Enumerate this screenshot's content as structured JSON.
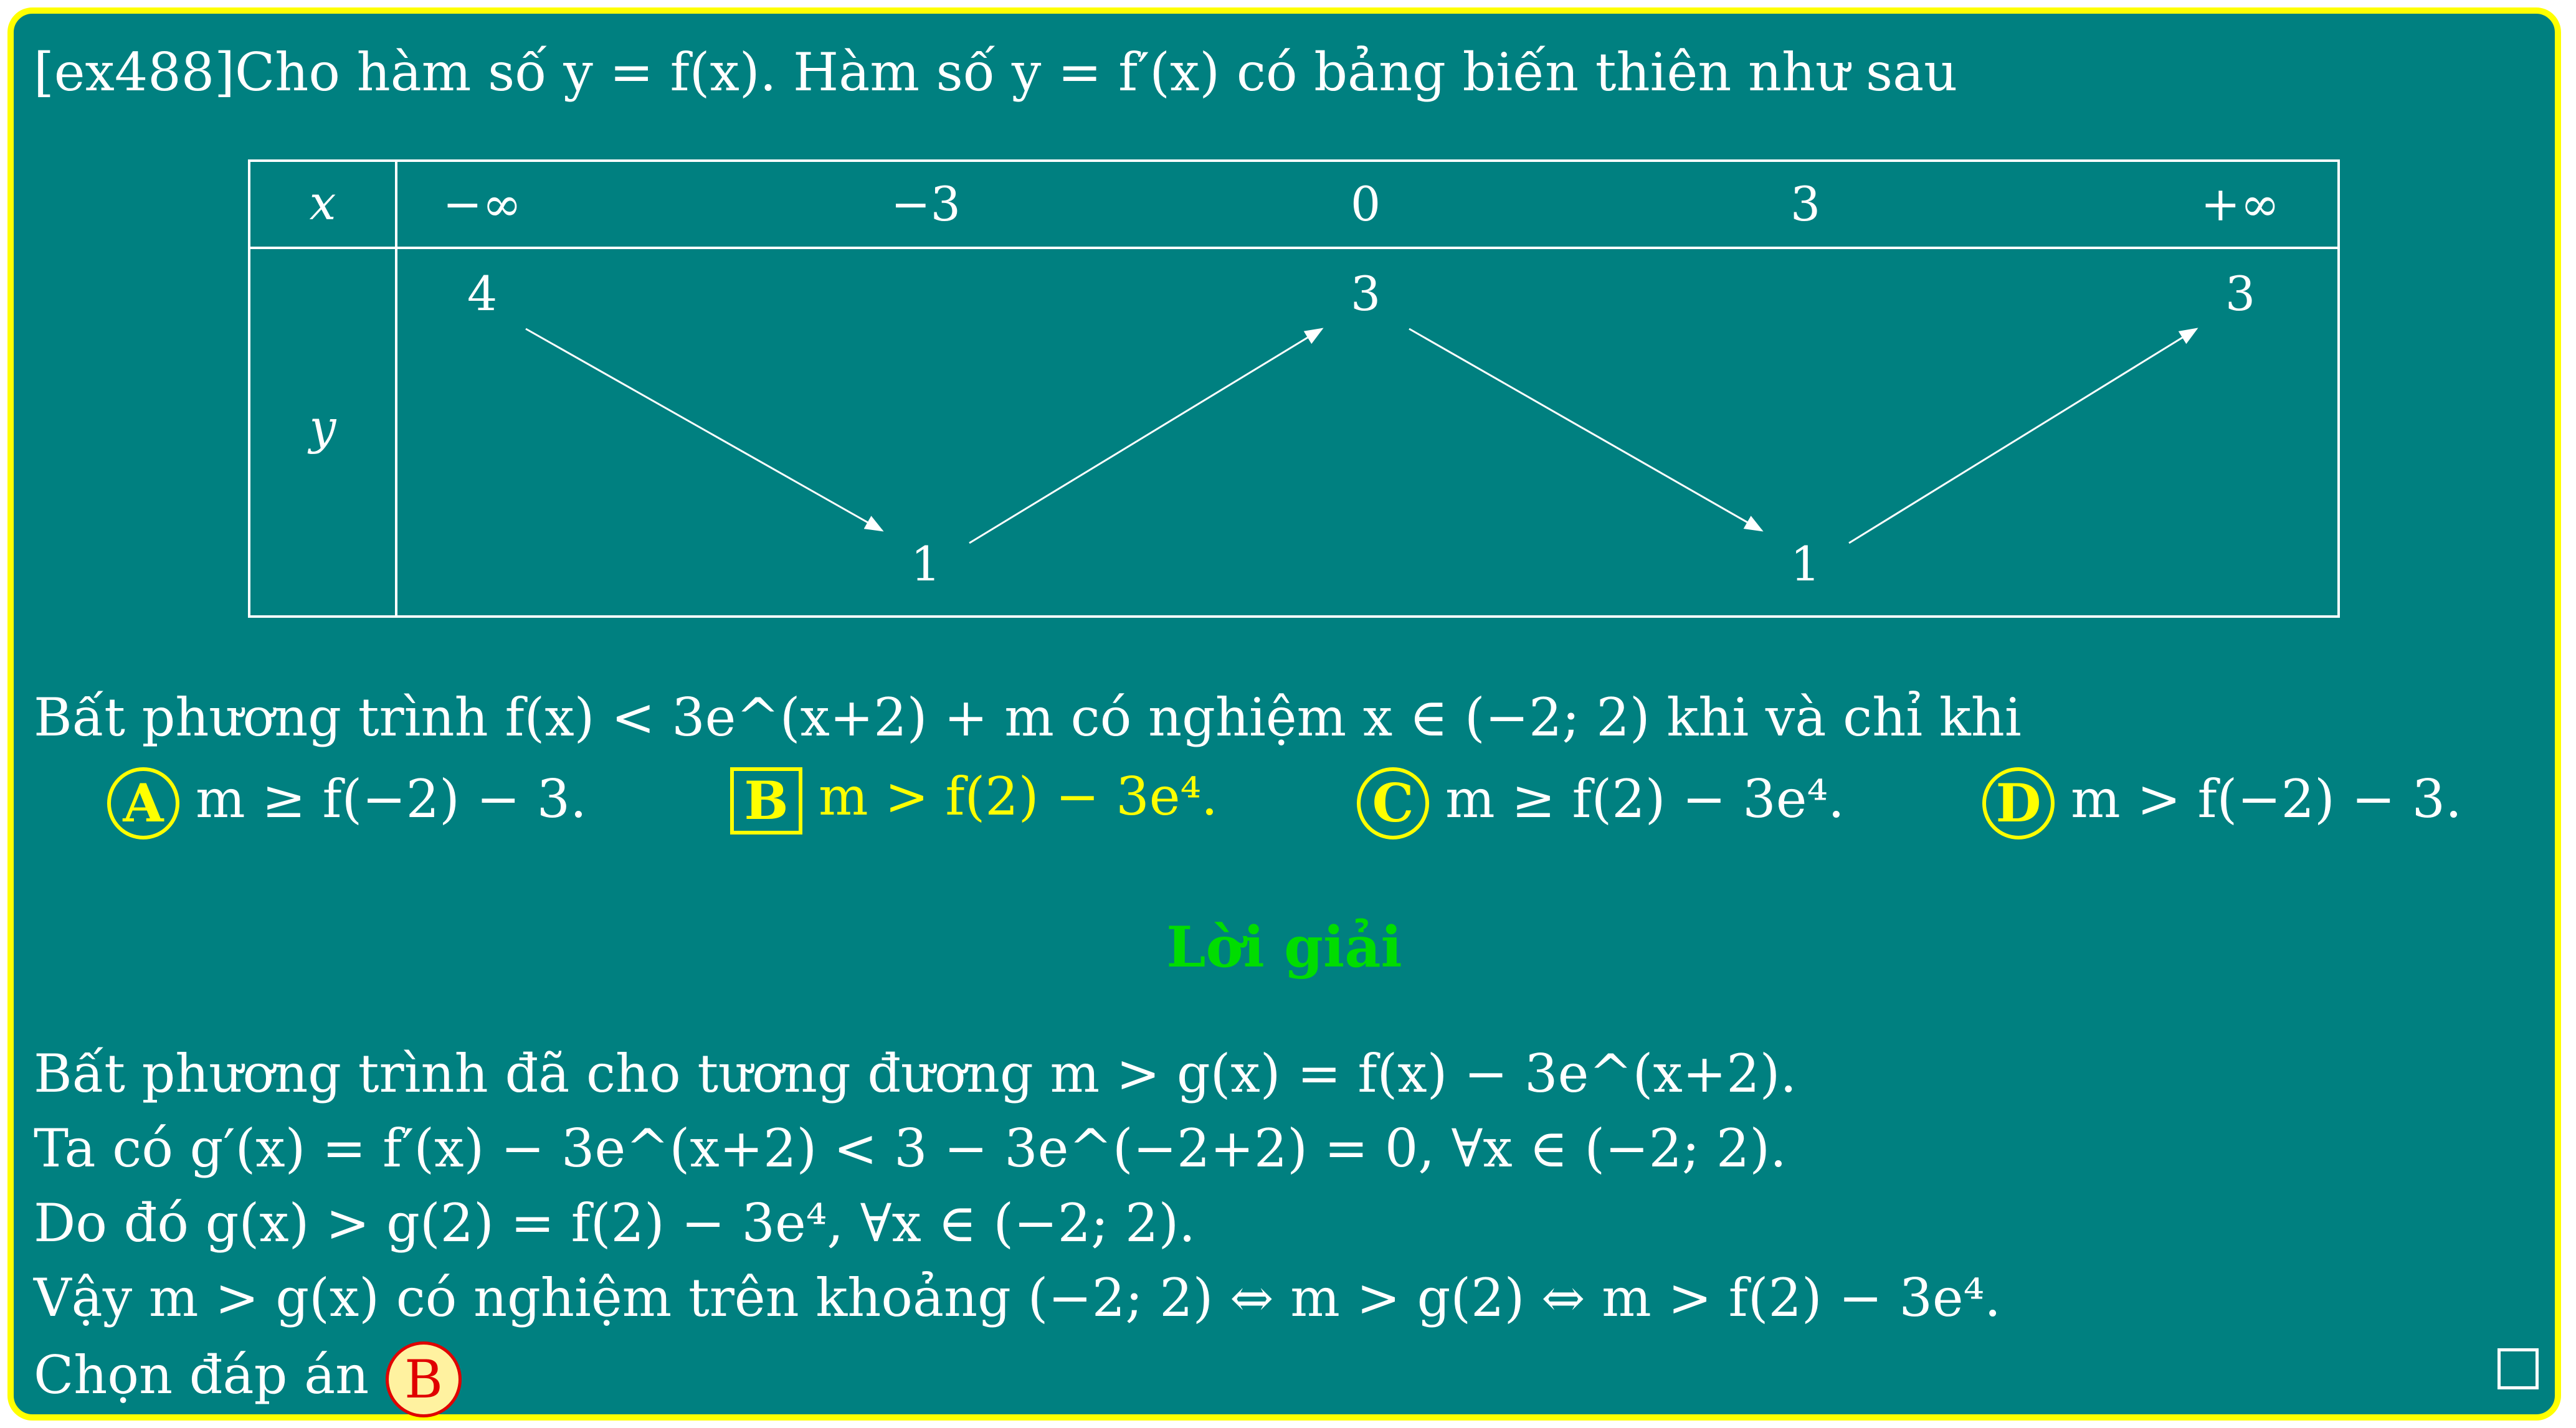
{
  "problem": {
    "id": "[ex488]",
    "intro_text": "Cho hàm số y = f(x). Hàm số y = f′(x) có bảng biến thiên như sau",
    "question_text": "Bất phương trình f(x) < 3e^(x+2) + m có nghiệm x ∈ (−2; 2) khi và chỉ khi"
  },
  "variation_table": {
    "row_x_label": "x",
    "row_y_label": "y",
    "x_values": [
      "−∞",
      "−3",
      "0",
      "3",
      "+∞"
    ],
    "y_values": [
      "4",
      "1",
      "3",
      "1",
      "3"
    ],
    "y_levels": [
      "high",
      "low",
      "high",
      "low",
      "high"
    ]
  },
  "options": [
    {
      "letter": "A",
      "text": "m ≥ f(−2) − 3.",
      "style": "circle",
      "correct": false
    },
    {
      "letter": "B",
      "text": "m > f(2) − 3e⁴.",
      "style": "square",
      "correct": true
    },
    {
      "letter": "C",
      "text": "m ≥ f(2) − 3e⁴.",
      "style": "circle",
      "correct": false
    },
    {
      "letter": "D",
      "text": "m > f(−2) − 3.",
      "style": "circle",
      "correct": false
    }
  ],
  "solution": {
    "title": "Lời giải",
    "lines": [
      "Bất phương trình đã cho tương đương m > g(x) = f(x) − 3e^(x+2).",
      "Ta có g′(x) = f′(x) − 3e^(x+2) < 3 − 3e^(−2+2) = 0, ∀x ∈ (−2; 2).",
      "Do đó g(x) > g(2) = f(2) − 3e⁴, ∀x ∈ (−2; 2).",
      "Vậy m > g(x) có nghiệm trên khoảng (−2; 2) ⇔ m > g(2) ⇔ m > f(2) − 3e⁴."
    ],
    "choose_label": "Chọn đáp án",
    "chosen": "B"
  },
  "colors": {
    "background": "#008080",
    "border": "#ffff00",
    "text": "#ffffff",
    "option_marker": "#ffff00",
    "solution_title": "#00dd00",
    "chosen_fill": "#fff2a0",
    "chosen_stroke": "#e00000"
  }
}
